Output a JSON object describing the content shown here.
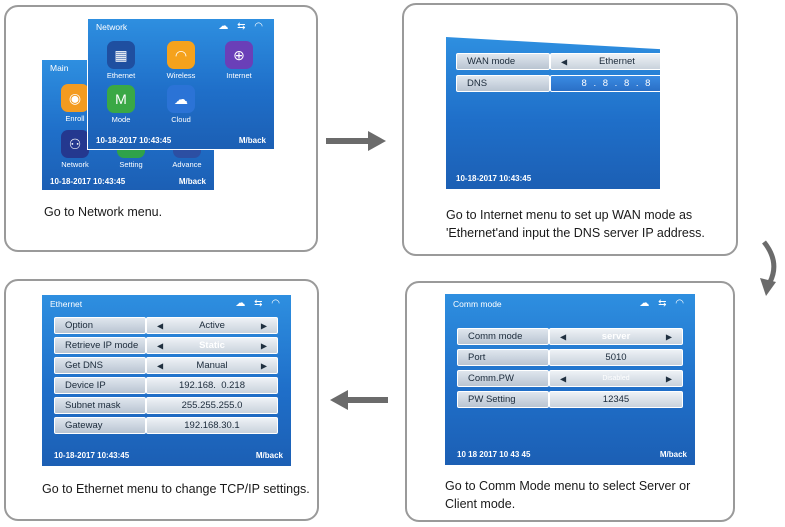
{
  "panel1": {
    "caption": "Go to Network menu.",
    "main_screen": {
      "title": "Main",
      "apps": [
        "Enroll",
        "Network",
        "Setting",
        "Advance"
      ],
      "datetime": "10-18-2017 10:43:45",
      "back": "M/back"
    },
    "network_screen": {
      "title": "Network",
      "apps": [
        "Ethernet",
        "Wireless",
        "Internet",
        "Mode",
        "Cloud"
      ],
      "datetime": "10-18-2017 10:43:45",
      "back": "M/back"
    }
  },
  "panel2": {
    "caption_line1": "Go to Internet menu to set up WAN mode as",
    "caption_line2": "'Ethernet'and input the DNS server IP address.",
    "rows": [
      {
        "label": "WAN mode",
        "value": "Ethernet"
      },
      {
        "label": "DNS",
        "value": "8 . 8 . 8 . 8"
      }
    ],
    "datetime": "10-18-2017 10:43:45"
  },
  "panel3": {
    "caption_line1": "Go to Comm Mode menu to select Server or",
    "caption_line2": "Client mode.",
    "title": "Comm mode",
    "rows": [
      {
        "label": "Comm mode",
        "value": "server"
      },
      {
        "label": "Port",
        "value": "5010"
      },
      {
        "label": "Comm.PW",
        "value": "Disabled"
      },
      {
        "label": "PW Setting",
        "value": "12345"
      }
    ],
    "datetime": "10 18 2017 10 43 45",
    "back": "M/back"
  },
  "panel4": {
    "caption": "Go to Ethernet menu to change TCP/IP settings.",
    "title": "Ethernet",
    "rows": [
      {
        "label": "Option",
        "value": "Active"
      },
      {
        "label": "Retrieve IP mode",
        "value": "Static"
      },
      {
        "label": "Get DNS",
        "value": "Manual"
      },
      {
        "label": "Device IP",
        "value": "192.168.  0.218"
      },
      {
        "label": "Subnet mask",
        "value": "255.255.255.0"
      },
      {
        "label": "Gateway",
        "value": "192.168.30.1"
      }
    ],
    "datetime": "10-18-2017 10:43:45",
    "back": "M/back"
  },
  "colors": {
    "screen_blue": "#1f6fc9",
    "arrow_gray": "#6b6b6b"
  }
}
